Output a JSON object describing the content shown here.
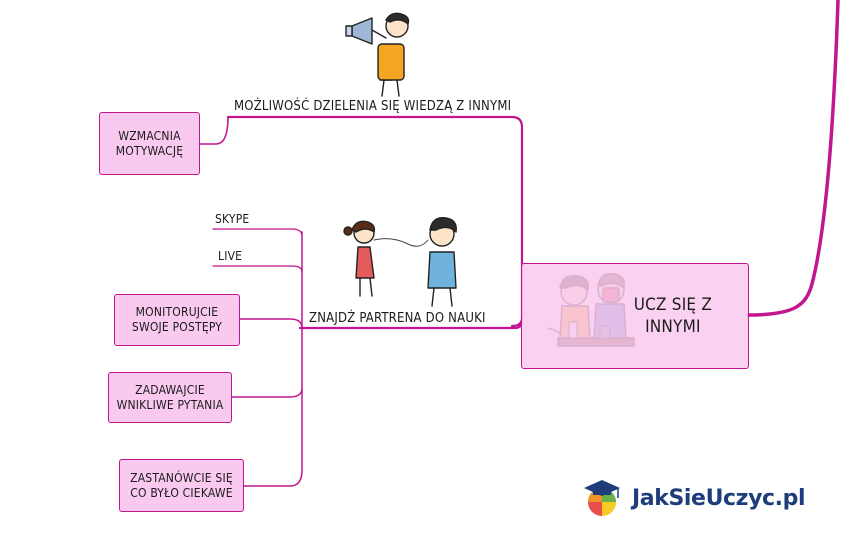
{
  "central": {
    "line1": "UCZ SIĘ Z",
    "line2": "INNYMI"
  },
  "branch_top": {
    "label": "MOŻLIWOŚĆ DZIELENIA SIĘ WIEDZĄ Z INNYMI"
  },
  "branch_top_child": {
    "line1": "WZMACNIA",
    "line2": "MOTYWACJĘ"
  },
  "branch_mid": {
    "label": "ZNAJDŹ PARTRENA DO NAUKI"
  },
  "leaves": {
    "skype": "SKYPE",
    "live": "LIVE",
    "monitor": {
      "line1": "MONITORUJCIE",
      "line2": "SWOJE POSTĘPY"
    },
    "ask": {
      "line1": "ZADAWAJCIE",
      "line2": "WNIKLIWE PYTANIA"
    },
    "reflect": {
      "line1": "ZASTANÓWCIE SIĘ",
      "line2": "CO BYŁO CIEKAWE"
    }
  },
  "brand": {
    "name": "JakSieUczyc.pl"
  },
  "colors": {
    "branch": "#c2168f",
    "box_fill": "#f9c9ef",
    "brand_text": "#1e3d7a"
  }
}
